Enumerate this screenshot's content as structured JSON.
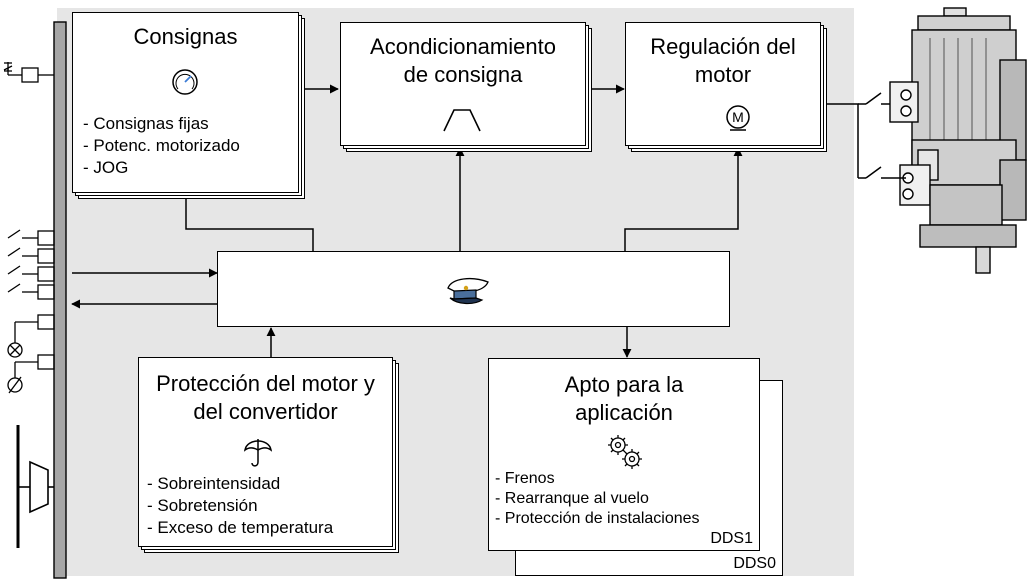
{
  "blocks": {
    "setpoints": {
      "title": "Consignas",
      "items": [
        "- Consignas fijas",
        "- Potenc. motorizado",
        "- JOG"
      ],
      "icon": "dial-icon"
    },
    "conditioning": {
      "title_lines": [
        "Acondicionamiento",
        "de consigna"
      ],
      "icon": "ramp-icon"
    },
    "motor_control": {
      "title_lines": [
        "Regulación del",
        "motor"
      ],
      "icon": "motor-icon",
      "icon_letter": "M"
    },
    "control_unit": {
      "icon": "captain-cap-icon"
    },
    "protection": {
      "title_lines": [
        "Protección del motor y",
        "del convertidor"
      ],
      "items": [
        "- Sobreintensidad",
        "- Sobretensión",
        "- Exceso de temperatura"
      ],
      "icon": "umbrella-icon"
    },
    "application": {
      "title_lines": [
        "Apto para la",
        "aplicación"
      ],
      "items": [
        "- Frenos",
        "- Rearranque al vuelo",
        "- Protección de instalaciones"
      ],
      "icon": "gears-icon",
      "dataset_front": "DDS1",
      "dataset_back": "DDS0"
    }
  },
  "colors": {
    "background_panel": "#e6e6e6",
    "bus_bar": "#a6a6a6",
    "line": "#000000"
  }
}
